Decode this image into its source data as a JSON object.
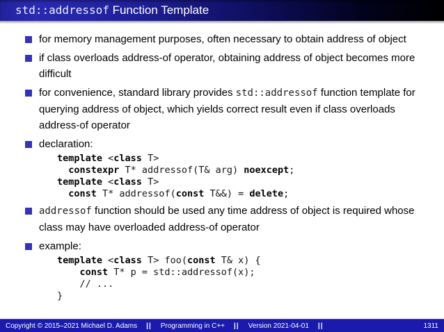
{
  "slide": {
    "title_code": "std::addressof",
    "title_rest": " Function Template",
    "items": [
      {
        "runs": [
          {
            "text": "for memory management purposes, often necessary to obtain address of object",
            "mono": false
          }
        ]
      },
      {
        "runs": [
          {
            "text": "if class overloads address-of operator, obtaining address of object becomes more difficult",
            "mono": false
          }
        ]
      },
      {
        "runs": [
          {
            "text": "for convenience, standard library provides ",
            "mono": false
          },
          {
            "text": "std::addressof",
            "mono": true
          },
          {
            "text": " function template for querying address of object, which yields correct result even if class overloads address-of operator",
            "mono": false
          }
        ]
      },
      {
        "runs": [
          {
            "text": "declaration:",
            "mono": false
          }
        ],
        "code": [
          [
            {
              "text": "template",
              "bold": true
            },
            {
              "text": " <",
              "bold": false
            },
            {
              "text": "class",
              "bold": true
            },
            {
              "text": " T>",
              "bold": false
            }
          ],
          [
            {
              "text": "  ",
              "bold": false
            },
            {
              "text": "constexpr",
              "bold": true
            },
            {
              "text": " T* addressof(T& arg) ",
              "bold": false
            },
            {
              "text": "noexcept",
              "bold": true
            },
            {
              "text": ";",
              "bold": false
            }
          ],
          [
            {
              "text": "template",
              "bold": true
            },
            {
              "text": " <",
              "bold": false
            },
            {
              "text": "class",
              "bold": true
            },
            {
              "text": " T>",
              "bold": false
            }
          ],
          [
            {
              "text": "  ",
              "bold": false
            },
            {
              "text": "const",
              "bold": true
            },
            {
              "text": " T* addressof(",
              "bold": false
            },
            {
              "text": "const",
              "bold": true
            },
            {
              "text": " T&&) = ",
              "bold": false
            },
            {
              "text": "delete",
              "bold": true
            },
            {
              "text": ";",
              "bold": false
            }
          ]
        ]
      },
      {
        "runs": [
          {
            "text": "addressof",
            "mono": true
          },
          {
            "text": " function should be used any time address of object is required whose class may have overloaded address-of operator",
            "mono": false
          }
        ]
      },
      {
        "runs": [
          {
            "text": "example:",
            "mono": false
          }
        ],
        "code": [
          [
            {
              "text": "template",
              "bold": true
            },
            {
              "text": " <",
              "bold": false
            },
            {
              "text": "class",
              "bold": true
            },
            {
              "text": " T> foo(",
              "bold": false
            },
            {
              "text": "const",
              "bold": true
            },
            {
              "text": " T& x) {",
              "bold": false
            }
          ],
          [
            {
              "text": "    ",
              "bold": false
            },
            {
              "text": "const",
              "bold": true
            },
            {
              "text": " T* p = std::addressof(x);",
              "bold": false
            }
          ],
          [
            {
              "text": "    // ...",
              "bold": false
            }
          ],
          [
            {
              "text": "}",
              "bold": false
            }
          ]
        ]
      }
    ]
  },
  "footer": {
    "copyright": "Copyright © 2015–2021 Michael D. Adams",
    "separator": "||",
    "course": "Programming in C++",
    "version": "Version 2021-04-01",
    "page": "1311"
  },
  "colors": {
    "title_gradient_start": "#2a2ab2",
    "title_gradient_end": "#000000",
    "title_text": "#ffffff",
    "bullet_square": "#3333b3",
    "body_text": "#000000",
    "footer_background": "#1a1aad",
    "footer_text": "#ffffff"
  }
}
